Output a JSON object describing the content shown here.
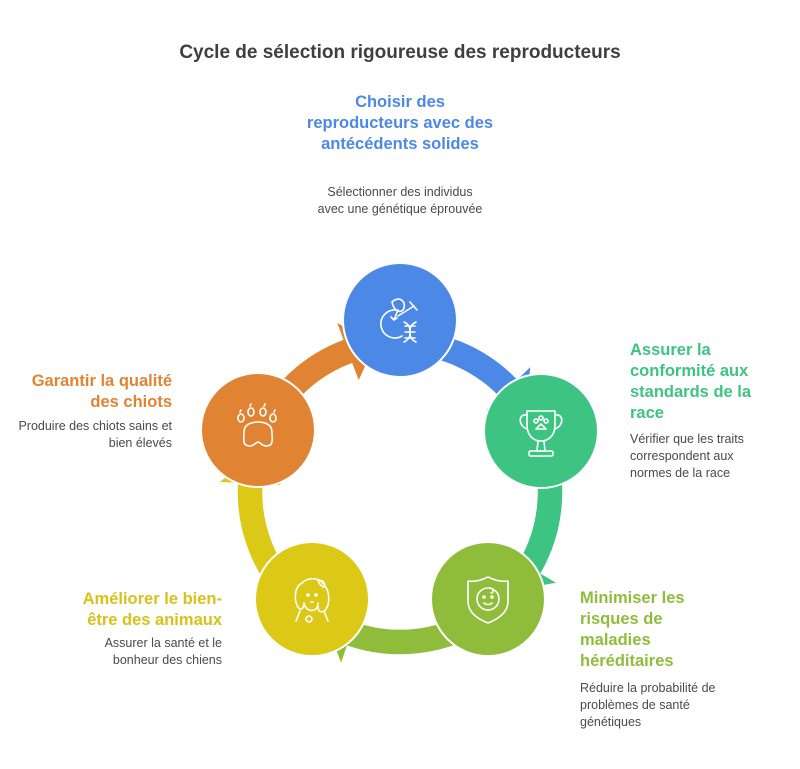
{
  "title": "Cycle de sélection rigoureuse des reproducteurs",
  "steps": [
    {
      "title": "Choisir des reproducteurs avec des antécédents solides",
      "description": "Sélectionner des individus avec une génétique éprouvée",
      "color": "#4c88e6",
      "icon": "dna-selection-icon"
    },
    {
      "title": "Assurer la conformité aux standards de la race",
      "description": "Vérifier que les traits correspondent aux normes de la race",
      "color": "#3ec482",
      "icon": "trophy-paw-icon"
    },
    {
      "title": "Minimiser les risques de maladies héréditaires",
      "description": "Réduire la probabilité de problèmes de santé génétiques",
      "color": "#8fbd3b",
      "icon": "shield-baby-icon"
    },
    {
      "title": "Améliorer le bien-être des animaux",
      "description": "Assurer la santé et le bonheur des chiens",
      "color": "#dcc816",
      "icon": "dog-icon"
    },
    {
      "title": "Garantir la qualité des chiots",
      "description": "Produire des chiots sains et bien élevés",
      "color": "#e08434",
      "icon": "paw-icon"
    }
  ],
  "colors": {
    "title_text": "#3f3f3f",
    "desc_text": "#4a4a4a",
    "step1_text": "#4c88e6",
    "step2_text": "#3ec482",
    "step3_text": "#8fbd3b",
    "step4_text": "#d9c11a",
    "step5_text": "#e08434"
  }
}
